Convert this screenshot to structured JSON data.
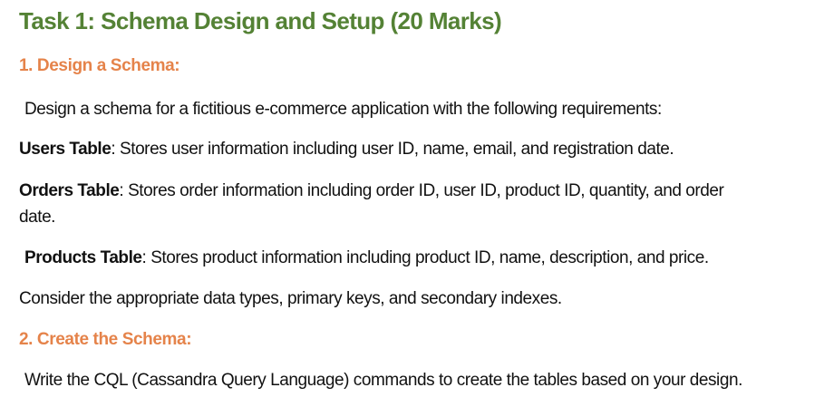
{
  "document": {
    "title": "Task 1: Schema Design and Setup (20 Marks)",
    "section1": {
      "heading": "1. Design a Schema:",
      "intro": "Design a schema for a fictitious e-commerce application with the following requirements:",
      "users": {
        "label": "Users Table",
        "text": ": Stores user information including user ID, name, email, and registration date."
      },
      "orders": {
        "label": "Orders Table",
        "text": ": Stores order information including order ID, user ID, product ID, quantity, and order",
        "text_cont": "date."
      },
      "products": {
        "label": "Products Table",
        "text": ": Stores product information including product ID, name, description, and price."
      },
      "consider": "Consider the appropriate data types, primary keys, and secondary indexes."
    },
    "section2": {
      "heading": "2. Create the Schema:",
      "text": "Write the CQL (Cassandra Query Language) commands to create the tables based on your design."
    }
  },
  "colors": {
    "title": "#548235",
    "heading": "#E5834A",
    "body_text": "#111111"
  }
}
